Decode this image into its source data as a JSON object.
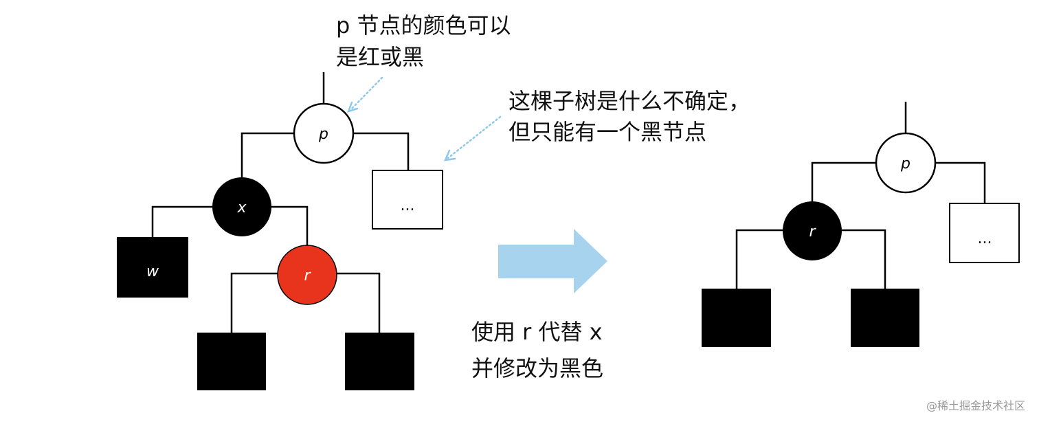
{
  "left_tree": {
    "p_label": "p",
    "x_label": "x",
    "w_label": "w",
    "r_label": "r",
    "subtree_label": "..."
  },
  "right_tree": {
    "p_label": "p",
    "r_label": "r",
    "subtree_label": "..."
  },
  "annotations": {
    "p_note_line1": "p 节点的颜色可以",
    "p_note_line2": "是红或黑",
    "subtree_note_line1": "这棵子树是什么不确定，",
    "subtree_note_line2": "但只能有一个黑节点",
    "action_line1": "使用 r 代替 x",
    "action_line2": "并修改为黑色"
  },
  "watermark": "@稀土掘金技术社区",
  "colors": {
    "black_node": "#000000",
    "red_node": "#e8341c",
    "arrow": "#a7d3ee",
    "dotted_pointer": "#8ec8ea"
  }
}
